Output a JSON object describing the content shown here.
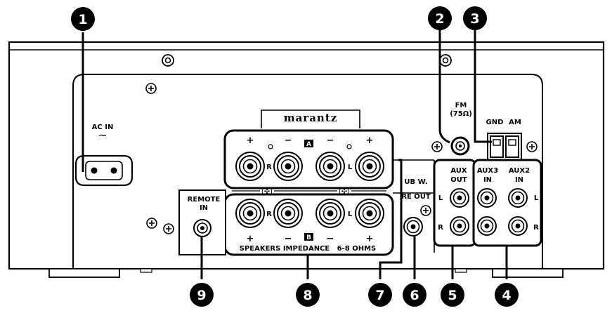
{
  "labels": {
    "ac_in": "AC IN",
    "ac_symbol": "~",
    "brand": "marantz",
    "fm": "FM",
    "fm_ohm": "(75Ω)",
    "gnd": "GND",
    "am": "AM",
    "aux_out_1": "AUX",
    "aux_out_2": "OUT",
    "aux3_1": "AUX3",
    "aux3_2": "IN",
    "aux2_1": "AUX2",
    "aux2_2": "IN",
    "remote_1": "REMOTE",
    "remote_2": "IN",
    "subw_1": "UB W.",
    "subw_2": "RE OUT",
    "speakers": "SPEAKERS IMPEDANCE   6-8 OHMS",
    "spk_a": "A",
    "spk_b": "B",
    "ch_r": "R",
    "ch_l": "L",
    "plus": "+",
    "minus": "−"
  },
  "callouts": [
    "1",
    "2",
    "3",
    "4",
    "5",
    "6",
    "7",
    "8",
    "9"
  ]
}
